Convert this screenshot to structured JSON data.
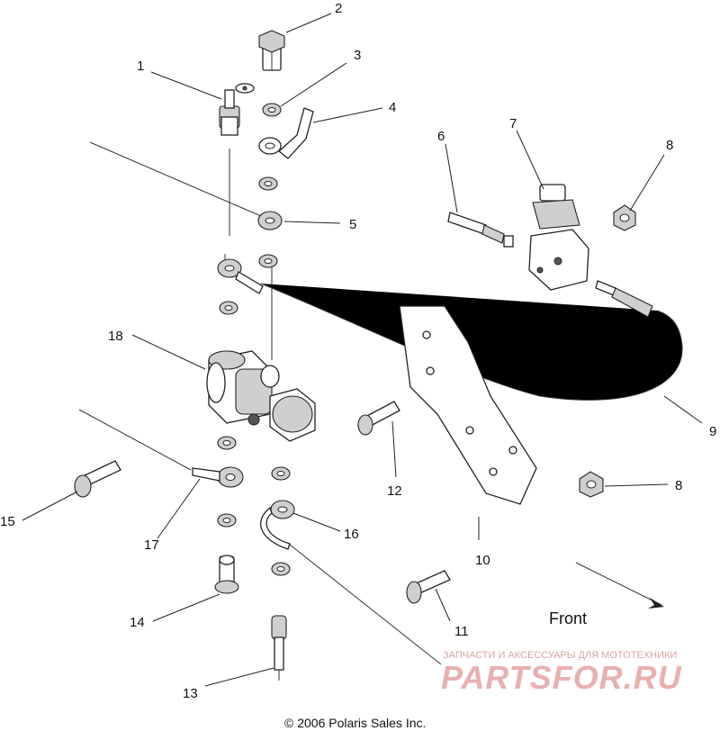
{
  "callouts": {
    "c1": "1",
    "c2": "2",
    "c3": "3",
    "c4": "4",
    "c5": "5",
    "c6": "6",
    "c7": "7",
    "c8a": "8",
    "c8b": "8",
    "c9": "9",
    "c10": "10",
    "c11": "11",
    "c12": "12",
    "c13": "13",
    "c14": "14",
    "c15": "15",
    "c16": "16",
    "c17": "17",
    "c18": "18"
  },
  "front_label": "Front",
  "copyright": "© 2006 Polaris Sales Inc.",
  "watermark": {
    "tagline": "ЗАПЧАСТИ И АКСЕССУАРЫ ДЛЯ МОТОТЕХНИКИ",
    "brand": "PARTSFOR.RU"
  },
  "colors": {
    "line": "#222222",
    "watermark": "#e8b0b0",
    "background": "#ffffff"
  }
}
